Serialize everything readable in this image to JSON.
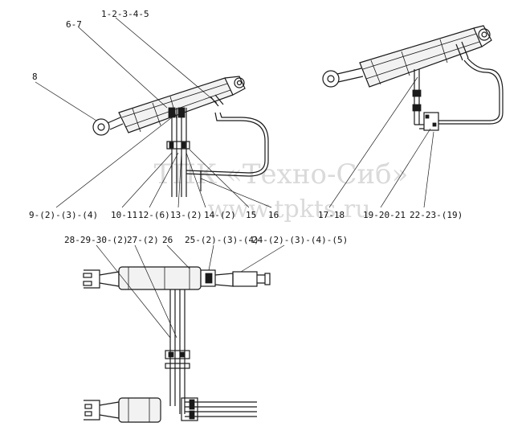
{
  "watermark": {
    "line1": "ТПК «Техно-Сиб»",
    "line2": "www.tpkts.ru"
  },
  "callouts": {
    "c_6_7": "6-7",
    "c_1_5": "1-2-3-4-5",
    "c_8": "8",
    "c_9": "9-(2)-(3)-(4)",
    "c_10_11": "10-11",
    "c_12": "12-(6)",
    "c_13": "13-(2)",
    "c_14": "14-(2)",
    "c_15": "15",
    "c_16": "16",
    "c_17_18": "17-18",
    "c_19_21": "19-20-21",
    "c_22_23": "22-23-(19)",
    "c_28_30": "28-29-30-(2)",
    "c_27": "27-(2)",
    "c_26": "26",
    "c_25": "25-(2)-(3)-(4)",
    "c_24": "24-(2)-(3)-(4)-(5)"
  }
}
